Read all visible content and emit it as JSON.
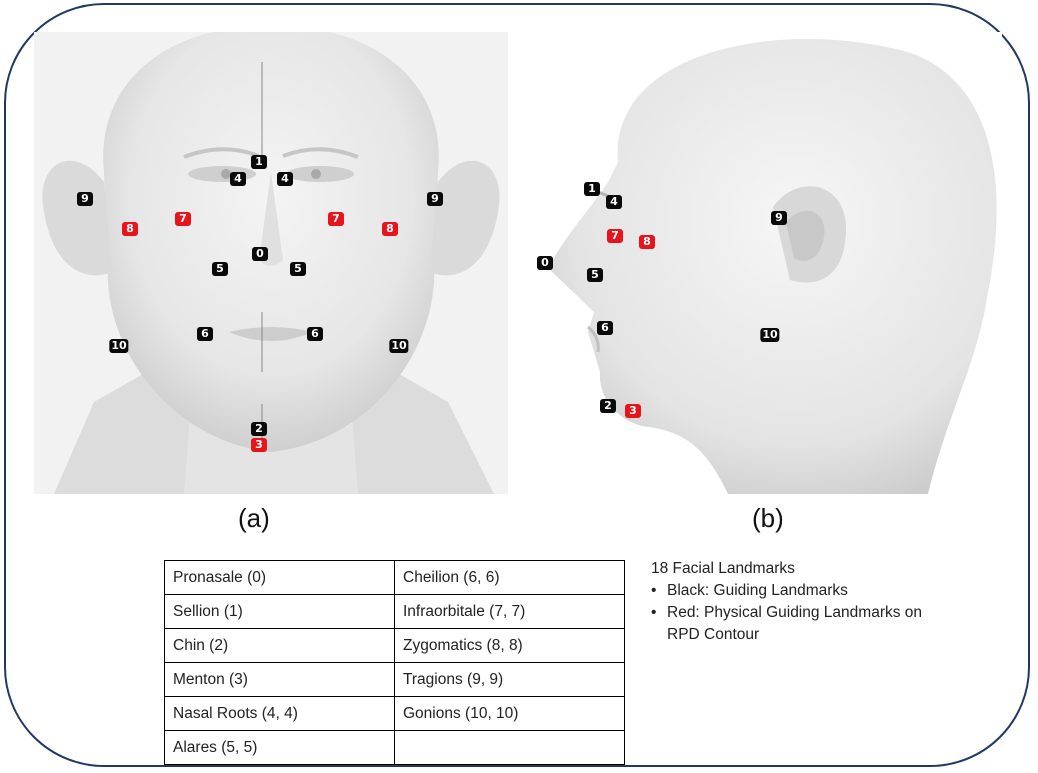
{
  "captions": {
    "a": "(a)",
    "b": "(b)"
  },
  "front_markers": [
    {
      "label": "1",
      "color": "black"
    },
    {
      "label": "4",
      "color": "black"
    },
    {
      "label": "4",
      "color": "black"
    },
    {
      "label": "9",
      "color": "black"
    },
    {
      "label": "9",
      "color": "black"
    },
    {
      "label": "8",
      "color": "red"
    },
    {
      "label": "7",
      "color": "red"
    },
    {
      "label": "7",
      "color": "red"
    },
    {
      "label": "8",
      "color": "red"
    },
    {
      "label": "0",
      "color": "black"
    },
    {
      "label": "5",
      "color": "black"
    },
    {
      "label": "5",
      "color": "black"
    },
    {
      "label": "6",
      "color": "black"
    },
    {
      "label": "6",
      "color": "black"
    },
    {
      "label": "10",
      "color": "black"
    },
    {
      "label": "10",
      "color": "black"
    },
    {
      "label": "2",
      "color": "black"
    },
    {
      "label": "3",
      "color": "red"
    }
  ],
  "side_markers": [
    {
      "label": "1",
      "color": "black"
    },
    {
      "label": "4",
      "color": "black"
    },
    {
      "label": "7",
      "color": "red"
    },
    {
      "label": "8",
      "color": "red"
    },
    {
      "label": "9",
      "color": "black"
    },
    {
      "label": "0",
      "color": "black"
    },
    {
      "label": "5",
      "color": "black"
    },
    {
      "label": "6",
      "color": "black"
    },
    {
      "label": "10",
      "color": "black"
    },
    {
      "label": "2",
      "color": "black"
    },
    {
      "label": "3",
      "color": "red"
    }
  ],
  "table": {
    "rows": [
      [
        "Pronasale (0)",
        "Cheilion (6, 6)"
      ],
      [
        "Sellion (1)",
        "Infraorbitale (7, 7)"
      ],
      [
        "Chin (2)",
        "Zygomatics (8, 8)"
      ],
      [
        "Menton (3)",
        "Tragions (9, 9)"
      ],
      [
        "Nasal Roots (4, 4)",
        "Gonions (10, 10)"
      ],
      [
        "Alares (5, 5)",
        ""
      ]
    ]
  },
  "legend": {
    "title": "18 Facial Landmarks",
    "items": [
      "Black: Guiding Landmarks",
      "Red: Physical Guiding Landmarks on RPD Contour"
    ]
  },
  "colors": {
    "black_marker": "#0a0a0a",
    "red_marker": "#e8141c",
    "frame": "#1f3864"
  }
}
